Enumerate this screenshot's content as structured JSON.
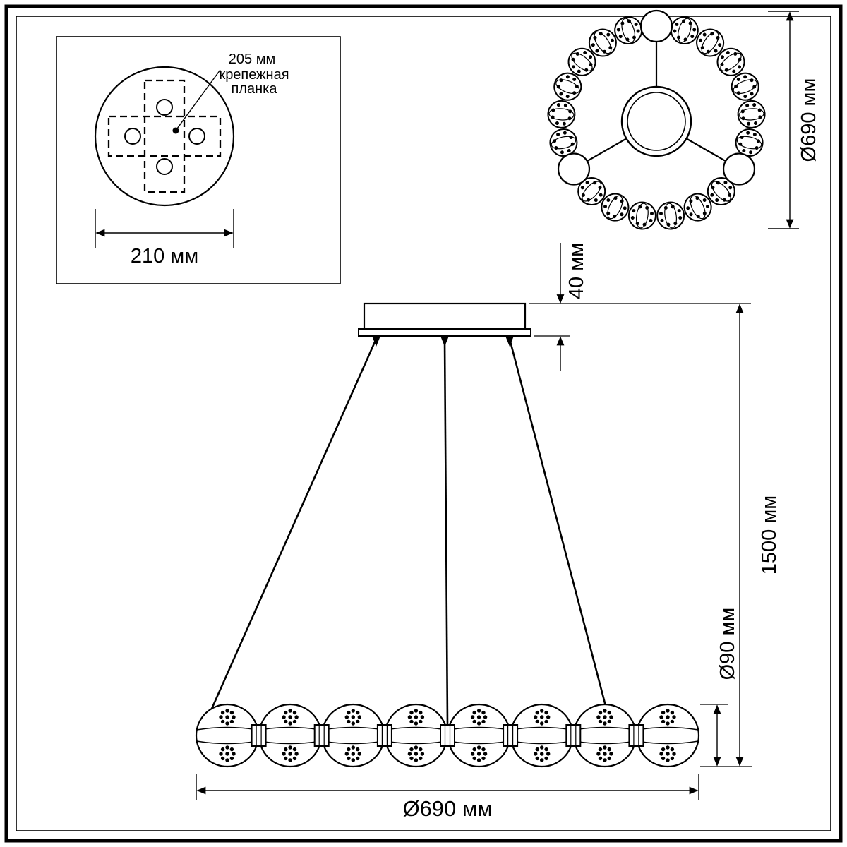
{
  "drawing": {
    "detail_box": {
      "offset_label": "205 мм",
      "bracket_label_line1": "крепежная",
      "bracket_label_line2": "планка",
      "width_label": "210 мм"
    },
    "top_view": {
      "diameter_label": "Ø690 мм"
    },
    "side_view": {
      "canopy_height_label": "40 мм",
      "total_height_label": "1500 мм",
      "bead_diameter_label": "Ø90 мм",
      "fixture_diameter_label": "Ø690 мм"
    }
  }
}
